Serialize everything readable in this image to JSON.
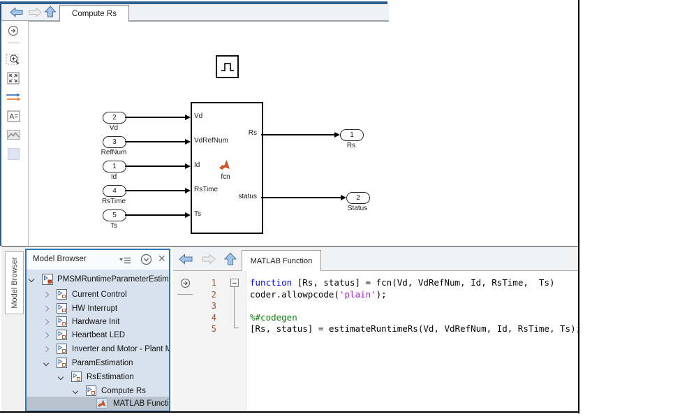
{
  "colors": {
    "accent_blue": "#2d74b5",
    "tree_background": "#d8e2ee",
    "selection": "#b9c3cd",
    "keyword": "#0008ff",
    "string": "#a81fc4",
    "comment": "#118011",
    "matlab_orange": "#d45b2c"
  },
  "top_toolbar": {
    "tab_label": "Compute Rs",
    "icons": [
      "back-icon",
      "forward-icon",
      "up-to-parent-icon"
    ]
  },
  "palette": {
    "icons": [
      "hide-palette-icon",
      "zoom-region-icon",
      "fit-to-view-icon",
      "signal-lines-icon",
      "annotation-icon",
      "image-icon",
      "blank-swatch"
    ]
  },
  "canvas": {
    "pulse_block": {
      "name": "pulse-generator"
    },
    "inports": [
      {
        "number": "2",
        "label": "Vd"
      },
      {
        "number": "3",
        "label": "RefNum"
      },
      {
        "number": "1",
        "label": "Id"
      },
      {
        "number": "4",
        "label": "RsTime"
      },
      {
        "number": "5",
        "label": "Ts"
      }
    ],
    "outports": [
      {
        "number": "1",
        "label": "Rs"
      },
      {
        "number": "2",
        "label": "Status"
      }
    ],
    "function_block": {
      "label": "fcn",
      "inputs": [
        "Vd",
        "VdRefNum",
        "Id",
        "RsTime",
        "Ts"
      ],
      "outputs": [
        "Rs",
        "status"
      ]
    }
  },
  "model_browser": {
    "vertical_tab": "Model Browser",
    "title": "Model Browser",
    "header_icons": [
      "menu-icon",
      "pin-circle-icon",
      "close-icon"
    ],
    "tree": [
      {
        "label": "PMSMRuntimeParameterEstimat",
        "level": 0,
        "state": "expanded",
        "icon": "subsystem-root",
        "selected": false
      },
      {
        "label": "Current Control",
        "level": 1,
        "state": "collapsed",
        "icon": "subsystem",
        "selected": false
      },
      {
        "label": "HW Interrupt",
        "level": 1,
        "state": "collapsed",
        "icon": "subsystem",
        "selected": false
      },
      {
        "label": "Hardware Init",
        "level": 1,
        "state": "collapsed",
        "icon": "subsystem",
        "selected": false
      },
      {
        "label": "Heartbeat LED",
        "level": 1,
        "state": "collapsed",
        "icon": "subsystem",
        "selected": false
      },
      {
        "label": "Inverter and Motor - Plant M",
        "level": 1,
        "state": "collapsed",
        "icon": "subsystem",
        "selected": false
      },
      {
        "label": "ParamEstimation",
        "level": 1,
        "state": "expanded",
        "icon": "subsystem",
        "selected": false
      },
      {
        "label": "RsEstimation",
        "level": 2,
        "state": "expanded",
        "icon": "subsystem",
        "selected": false
      },
      {
        "label": "Compute Rs",
        "level": 3,
        "state": "expanded",
        "icon": "subsystem",
        "selected": false
      },
      {
        "label": "MATLAB Functio",
        "level": 4,
        "state": "none",
        "icon": "matlab-function",
        "selected": true
      }
    ]
  },
  "editor": {
    "tab_label": "MATLAB Function",
    "icons": [
      "back-icon",
      "forward-icon",
      "up-to-parent-icon",
      "step-in-icon",
      "collapse-fold-icon"
    ],
    "lines": [
      {
        "number": "1",
        "segments": [
          {
            "text": "function",
            "type": "keyword"
          },
          {
            "text": " [Rs, status] = fcn(Vd, VdRefNum, Id, RsTime,  Ts)",
            "type": "plain"
          }
        ]
      },
      {
        "number": "2",
        "segments": [
          {
            "text": "coder.allowpcode(",
            "type": "plain"
          },
          {
            "text": "'plain'",
            "type": "string"
          },
          {
            "text": ");",
            "type": "plain"
          }
        ]
      },
      {
        "number": "3",
        "segments": []
      },
      {
        "number": "4",
        "segments": [
          {
            "text": "%#codegen",
            "type": "comment"
          }
        ]
      },
      {
        "number": "5",
        "segments": [
          {
            "text": "[Rs, status] = estimateRuntimeRs(Vd, VdRefNum, Id, RsTime, Ts);",
            "type": "plain"
          }
        ]
      }
    ]
  }
}
